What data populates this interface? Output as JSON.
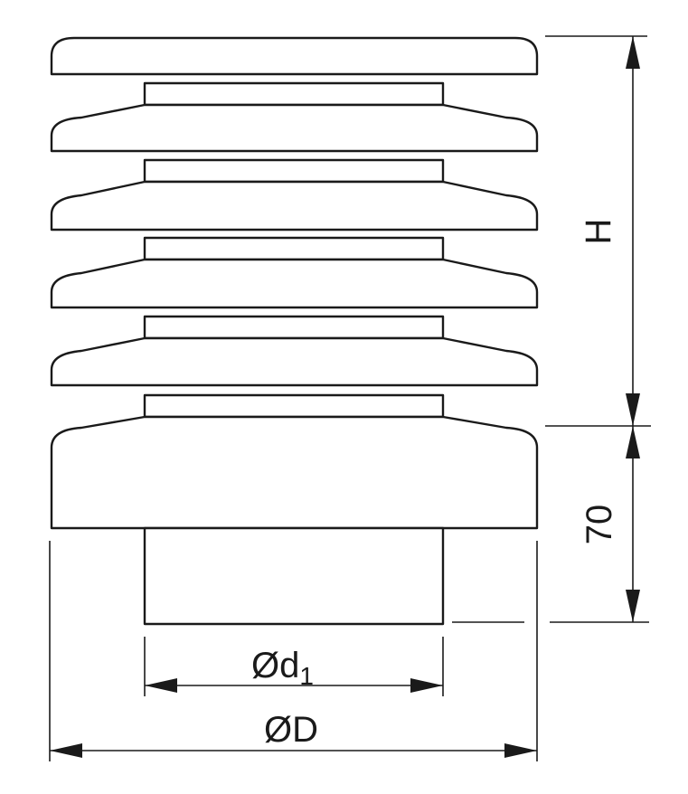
{
  "dimensions": {
    "height_label": "H",
    "base_height_label": "70",
    "inner_diameter_prefix": "Ød",
    "inner_diameter_subscript": "1",
    "outer_diameter_label": "ØD"
  }
}
